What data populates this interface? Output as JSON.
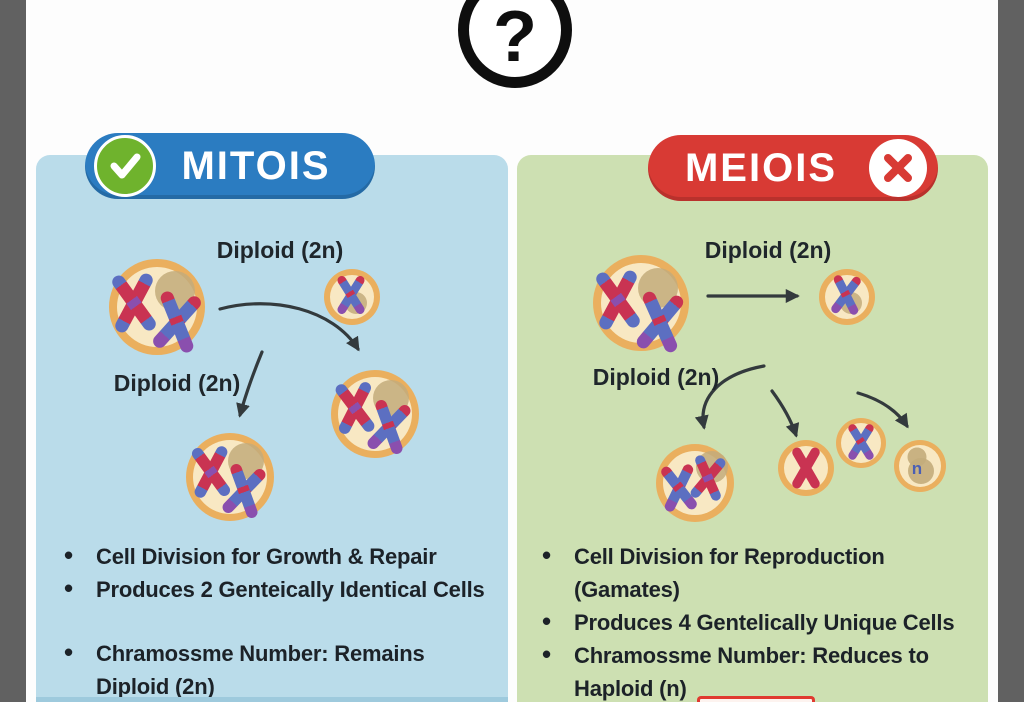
{
  "header": {
    "question_mark": "?"
  },
  "colors": {
    "frame_gray": "#616161",
    "panel_blue": "#badcea",
    "panel_green": "#cde0b2",
    "pill_blue": "#2b7cc1",
    "pill_red": "#d83a34",
    "check_green": "#6fb32d",
    "cell_ring": "#eaaf5e",
    "cell_fill": "#f8e8c3",
    "nucleus_tan": "#c3ac7b",
    "chromosome_red": "#c93352",
    "chromosome_blue": "#5c6fc1",
    "text_dark": "#1c2228"
  },
  "panels": {
    "mitosis": {
      "title": "MITOIS",
      "labels": {
        "diploid_top": "Diploid (2n)",
        "diploid_mid": "Diploid (2n)"
      },
      "bullets": [
        {
          "text": "Cell Division for Growth & Repair"
        },
        {
          "text": "Produces 2 Genteically Identical Cells"
        },
        {
          "text": "Chramossme Number: Remains"
        },
        {
          "text": "Diploid (2n)"
        }
      ]
    },
    "meiosis": {
      "title": "MEIOIS",
      "labels": {
        "diploid_top": "Diploid (2n)",
        "diploid_mid": "Diploid (2n)",
        "haploid_n": "n"
      },
      "bullets": [
        {
          "text": "Cell Division for Reproduction"
        },
        {
          "text": "(Gamates)"
        },
        {
          "text": "Produces 4 Gentelically Unique Cells"
        },
        {
          "text": "Chramossme Number: Reduces to"
        },
        {
          "text": "Haploid (n)"
        }
      ]
    }
  }
}
